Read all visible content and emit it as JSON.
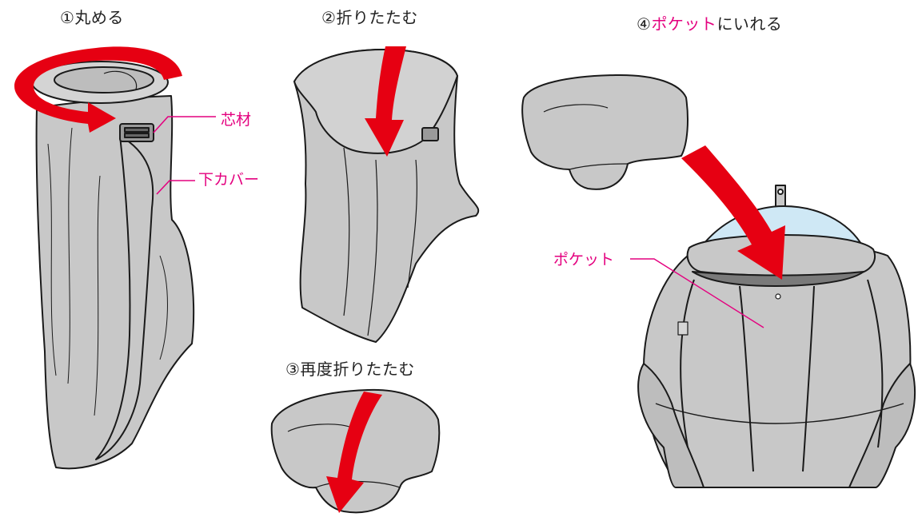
{
  "steps": [
    {
      "label": "①丸める"
    },
    {
      "label": "②折りたたむ"
    },
    {
      "label": "③再度折りたたむ"
    },
    {
      "label_prefix": "④",
      "label_highlight": "ポケット",
      "label_suffix": "にいれる"
    }
  ],
  "callouts": {
    "core": "芯材",
    "lower_cover": "下カバー",
    "pocket": "ポケット"
  },
  "colors": {
    "highlight": "#e4007f",
    "arrow": "#e60012",
    "fabric": "#c8c8c8",
    "outline": "#1a1a1a",
    "dome": "#cfe8f5"
  }
}
